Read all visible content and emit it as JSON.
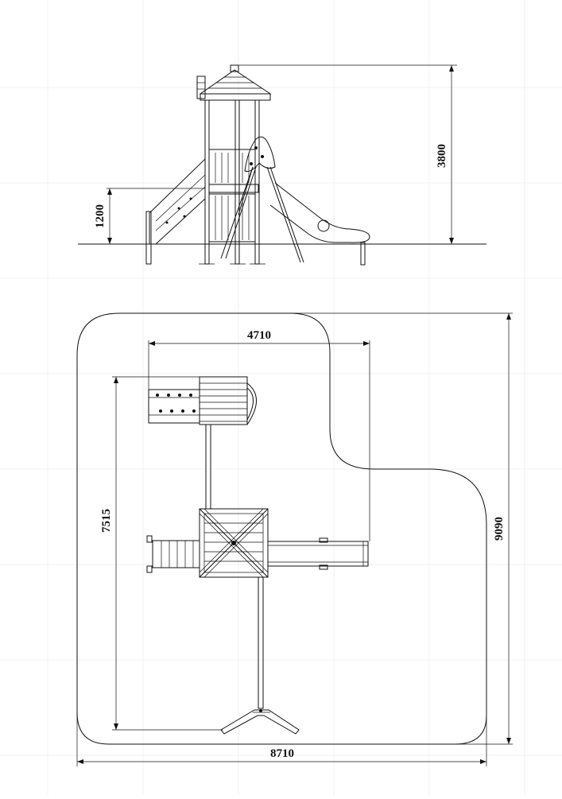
{
  "colors": {
    "line": "#111111",
    "background": "#ffffff",
    "grid": "#f1f1f1"
  },
  "side_view": {
    "dim_total_height": "3800",
    "dim_platform_height": "1200"
  },
  "plan_view": {
    "dim_top_width": "4710",
    "dim_left_depth": "7515",
    "dim_right_depth": "9090",
    "dim_bottom_width": "8710"
  }
}
